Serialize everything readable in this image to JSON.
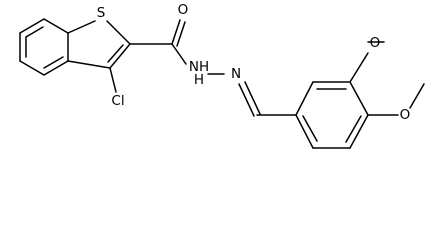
{
  "diagram": {
    "type": "chemical-structure",
    "atom_labels": {
      "sulfur": "S",
      "carbonyl_oxygen": "O",
      "chlorine": "Cl",
      "hydrazide_nh": "NH",
      "hydrazide_h": "H",
      "imine_nitrogen": "N",
      "methoxy_top_oxygen": "O",
      "methoxy_right_oxygen": "O"
    },
    "colors": {
      "bond": "#000000",
      "label": "#000000",
      "background": "#ffffff"
    }
  }
}
